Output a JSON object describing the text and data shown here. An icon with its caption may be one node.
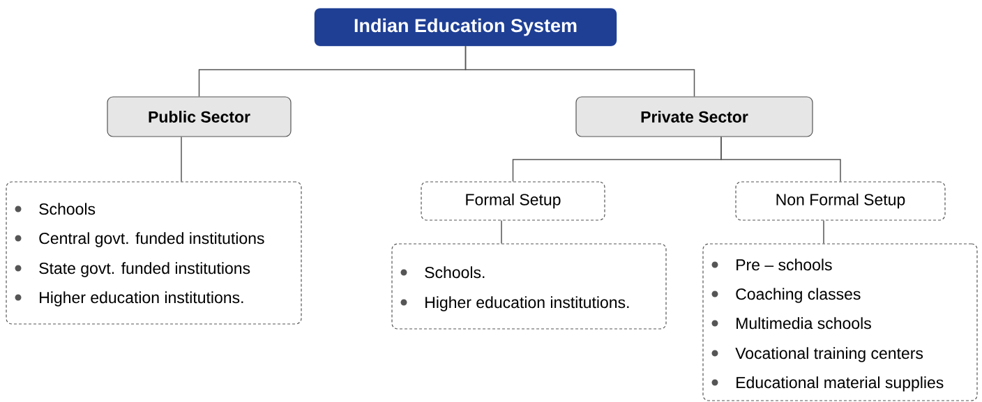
{
  "diagram": {
    "nodes": [
      {
        "text": [
          "Indian Education System"
        ]
      },
      {
        "text": [
          "Public Sector"
        ]
      },
      {
        "text": [
          "Private Sector"
        ]
      },
      {
        "text": [
          "Schools",
          "Central govt. funded institutions",
          "State govt. funded institutions",
          "Higher education institutions."
        ]
      },
      {
        "text": [
          "Formal Setup"
        ]
      },
      {
        "text": [
          "Non Formal Setup"
        ]
      },
      {
        "text": [
          "Schools.",
          "Higher education institutions."
        ]
      },
      {
        "text": [
          "Pre – schools",
          "Coaching classes",
          "Multimedia schools",
          "Vocational training centers",
          "Educational material supplies"
        ]
      }
    ],
    "edges": [
      {
        "from": 0,
        "to": 1,
        "arrow": "none"
      },
      {
        "from": 0,
        "to": 2,
        "arrow": "none"
      },
      {
        "from": 1,
        "to": 3,
        "arrow": "none"
      },
      {
        "from": 2,
        "to": 4,
        "arrow": "none"
      },
      {
        "from": 2,
        "to": 5,
        "arrow": "none"
      },
      {
        "from": 4,
        "to": 6,
        "arrow": "none"
      },
      {
        "from": 5,
        "to": 7,
        "arrow": "none"
      }
    ]
  }
}
